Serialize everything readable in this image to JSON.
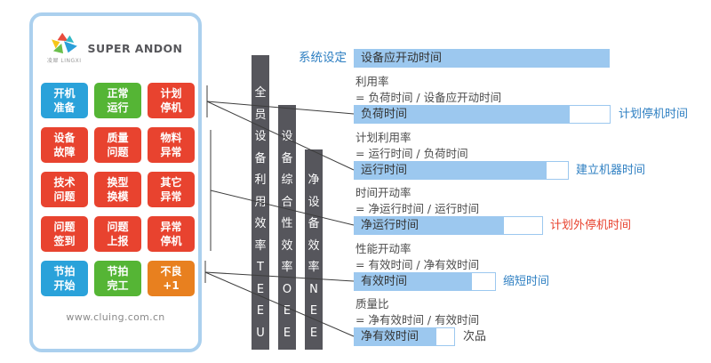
{
  "colors": {
    "panel_border": "#abd0ee",
    "button_red": "#e8432f",
    "button_green": "#55b535",
    "button_blue": "#2aa2da",
    "button_orange": "#e8801f",
    "kpi_bar_gray": "#56565c",
    "time_bar_blue": "#9cc8ef",
    "label_blue": "#2e7fc2",
    "label_red": "#e8432f"
  },
  "panel": {
    "brand": "SUPER ANDON",
    "brand_sub": "凌犀 LINGXI",
    "website": "www.cluing.com.cn",
    "buttons": [
      {
        "line1": "开机",
        "line2": "准备"
      },
      {
        "line1": "正常",
        "line2": "运行"
      },
      {
        "line1": "计划",
        "line2": "停机"
      },
      {
        "line1": "设备",
        "line2": "故障"
      },
      {
        "line1": "质量",
        "line2": "问题"
      },
      {
        "line1": "物料",
        "line2": "异常"
      },
      {
        "line1": "技术",
        "line2": "问题"
      },
      {
        "line1": "换型",
        "line2": "换模"
      },
      {
        "line1": "其它",
        "line2": "异常"
      },
      {
        "line1": "问题",
        "line2": "签到"
      },
      {
        "line1": "问题",
        "line2": "上报"
      },
      {
        "line1": "异常",
        "line2": "停机"
      },
      {
        "line1": "节拍",
        "line2": "开始"
      },
      {
        "line1": "节拍",
        "line2": "完工"
      },
      {
        "line1": "不良",
        "line2": "+1"
      }
    ]
  },
  "kpi_bars": [
    {
      "label": "全员设备利用效率TEEU"
    },
    {
      "label": "设备综合性效率OEE"
    },
    {
      "label": "净设备效率NEE"
    }
  ],
  "chart": {
    "system_label": "系统设定",
    "bars": [
      {
        "name": "设备应开动时间",
        "annotation": ""
      },
      {
        "name": "负荷时间",
        "annotation": "计划停机时间"
      },
      {
        "name": "运行时间",
        "annotation": "建立机器时间"
      },
      {
        "name": "净运行时间",
        "annotation": "计划外停机时间"
      },
      {
        "name": "有效时间",
        "annotation": "缩短时间"
      },
      {
        "name": "净有效时间",
        "annotation": "次品"
      }
    ],
    "formulas": [
      {
        "title": "利用率",
        "expr": "= 负荷时间 / 设备应开动时间"
      },
      {
        "title": "计划利用率",
        "expr": "= 运行时间 / 负荷时间"
      },
      {
        "title": "时间开动率",
        "expr": "= 净运行时间 / 运行时间"
      },
      {
        "title": "性能开动率",
        "expr": "= 有效时间 / 净有效时间"
      },
      {
        "title": "质量比",
        "expr": "= 净有效时间 / 有效时间"
      }
    ]
  }
}
